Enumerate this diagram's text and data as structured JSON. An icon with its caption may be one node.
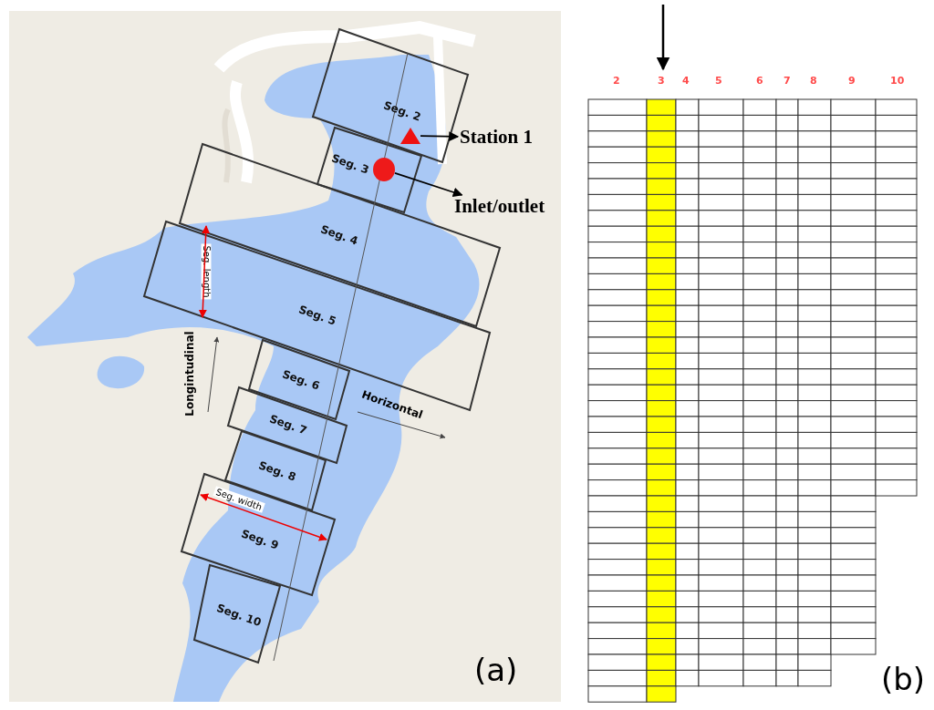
{
  "diagram": {
    "nodes": [
      {
        "text": [],
        "shape": "triangle"
      },
      {
        "text": [
          "Station 1"
        ]
      },
      {
        "text": [],
        "shape": "circle"
      },
      {
        "text": [
          "Inlet/outlet"
        ]
      }
    ],
    "edges": [
      {
        "from": 0,
        "to": 1,
        "arrow": "to"
      },
      {
        "from": 2,
        "to": 3,
        "arrow": "to"
      }
    ],
    "labels": [
      "Seg. 2",
      "Seg. 3",
      "Seg. 4",
      "Seg. 5",
      "Seg. 6",
      "Seg. 7",
      "Seg. 8",
      "Seg. 9",
      "Seg. 10",
      "2",
      "3",
      "4",
      "5",
      "6",
      "7",
      "8",
      "9",
      "10",
      "Seg. length",
      "Longintudinal",
      "Horizontal",
      "Seg. width",
      "(a)",
      "(b)"
    ]
  }
}
